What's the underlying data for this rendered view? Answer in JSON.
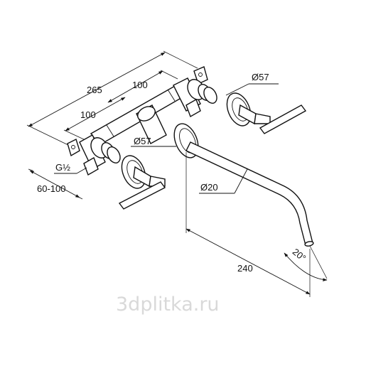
{
  "dimensions": {
    "overall_width": "265",
    "center_to_center_upper": "100",
    "center_to_center_lower": "100",
    "rosette_diameter_right": "Ø57",
    "rosette_diameter_center": "Ø57",
    "thread": "G½",
    "wall_depth": "60-100",
    "spout_diameter": "Ø20",
    "spout_projection": "240",
    "spout_angle": "20°"
  },
  "watermark": "3dplitka.ru",
  "colors": {
    "line": "#111111",
    "watermark": "#d9d9d9",
    "background": "#ffffff"
  }
}
